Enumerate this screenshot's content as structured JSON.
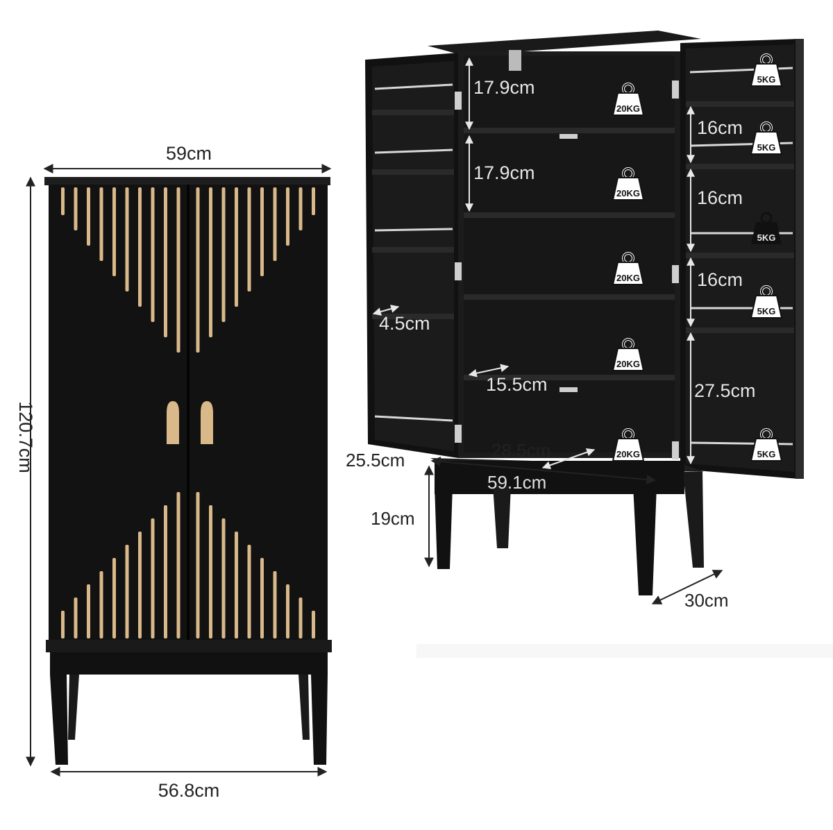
{
  "closed_cabinet": {
    "width_top": "59cm",
    "height": "120.7cm",
    "width_bottom": "56.8cm"
  },
  "open_cabinet": {
    "center_shelf_heights": [
      "17.9cm",
      "17.9cm"
    ],
    "door_shelf_heights": [
      "16cm",
      "16cm",
      "16cm",
      "27.5cm"
    ],
    "door_shelf_depth": "4.5cm",
    "inner_shelf_depth": "15.5cm",
    "inner_depth": "28.5cm",
    "door_width": "25.5cm",
    "overall_width": "59.1cm",
    "leg_height": "19cm",
    "overall_depth": "30cm"
  },
  "load_labels": {
    "shelf": "20KG",
    "door": "5KG"
  },
  "colors": {
    "cabinet": "#121212",
    "interior": "#1c1c1c",
    "gold": "#d9b98a",
    "dimension_line": "#222222"
  }
}
